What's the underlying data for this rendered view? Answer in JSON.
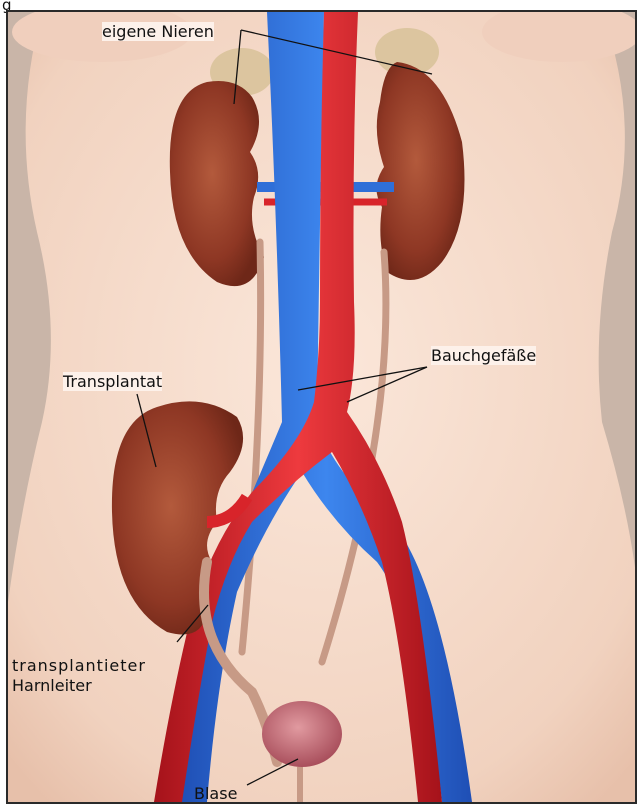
{
  "caption_fragment": "g",
  "labels": {
    "own_kidneys": "eigene Nieren",
    "abdominal_vessels": "Bauchgefäße",
    "transplant": "Transplantat",
    "ureter_line1": "transplantieter",
    "ureter_line2": "Harnleiter",
    "bladder": "Blase"
  },
  "colors": {
    "skin": "#f3d9c8",
    "kidney": "#9a3f2a",
    "vein": "#2f6fd8",
    "artery": "#d8242a",
    "ureter": "#c79a86",
    "adrenal": "#d9c29a",
    "bladder": "#c46e78"
  }
}
